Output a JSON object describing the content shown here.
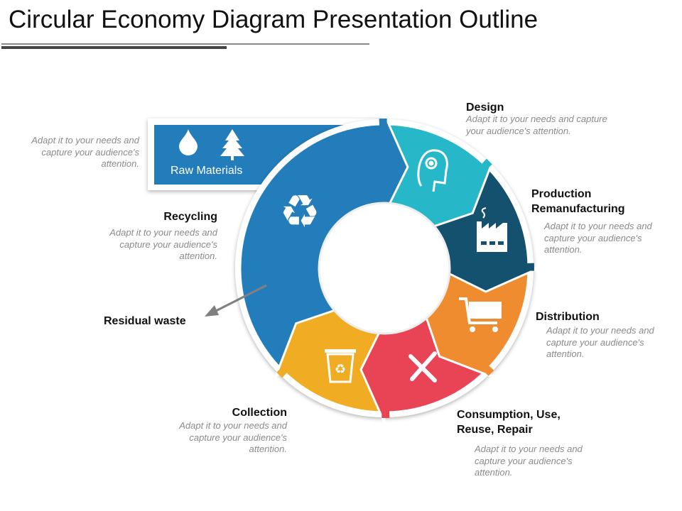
{
  "title": "Circular Economy Diagram Presentation Outline",
  "raw_materials": {
    "label": "Raw Materials",
    "description": "Adapt it to your needs and capture your audience's attention."
  },
  "stages": {
    "design": {
      "label": "Design",
      "description": "Adapt it to your needs and capture your audience's attention.",
      "color": "#26b7c9"
    },
    "production": {
      "label": "Production Remanufacturing",
      "description": "Adapt it to your needs and capture your audience's attention.",
      "color": "#14516f"
    },
    "distribution": {
      "label": "Distribution",
      "description": "Adapt it to your needs and capture your audience's attention.",
      "color": "#f08c30"
    },
    "consumption": {
      "label": "Consumption, Use, Reuse, Repair",
      "description": "Adapt it to your needs and capture your audience's attention.",
      "color": "#e94455"
    },
    "collection": {
      "label": "Collection",
      "description": "Adapt it to your needs and capture your audience's attention.",
      "color": "#f0ac22"
    },
    "recycling": {
      "label": "Recycling",
      "description": "Adapt it to your needs and capture your audience's attention.",
      "color": "#237dbb"
    }
  },
  "residual_waste": {
    "label": "Residual waste"
  }
}
